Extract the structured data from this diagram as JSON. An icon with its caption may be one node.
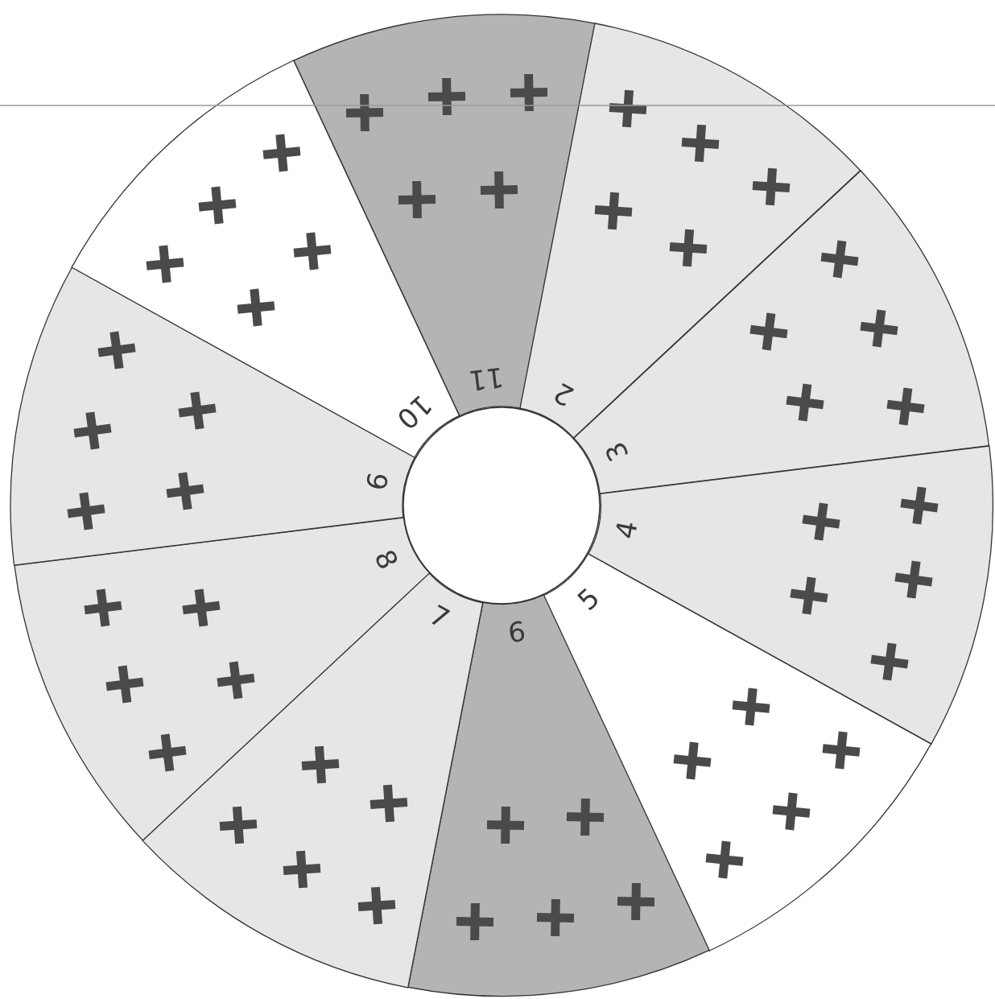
{
  "diagram": {
    "nodes": [
      {
        "text": [
          "11"
        ]
      },
      {
        "text": [
          "2"
        ]
      },
      {
        "text": [
          "3"
        ]
      },
      {
        "text": [
          "4"
        ]
      },
      {
        "text": [
          "5"
        ]
      },
      {
        "text": [
          "6"
        ]
      },
      {
        "text": [
          "7"
        ]
      },
      {
        "text": [
          "8"
        ]
      },
      {
        "text": [
          "9"
        ]
      },
      {
        "text": [
          "10"
        ]
      },
      {
        "text": [],
        "shape": "circle"
      }
    ]
  }
}
